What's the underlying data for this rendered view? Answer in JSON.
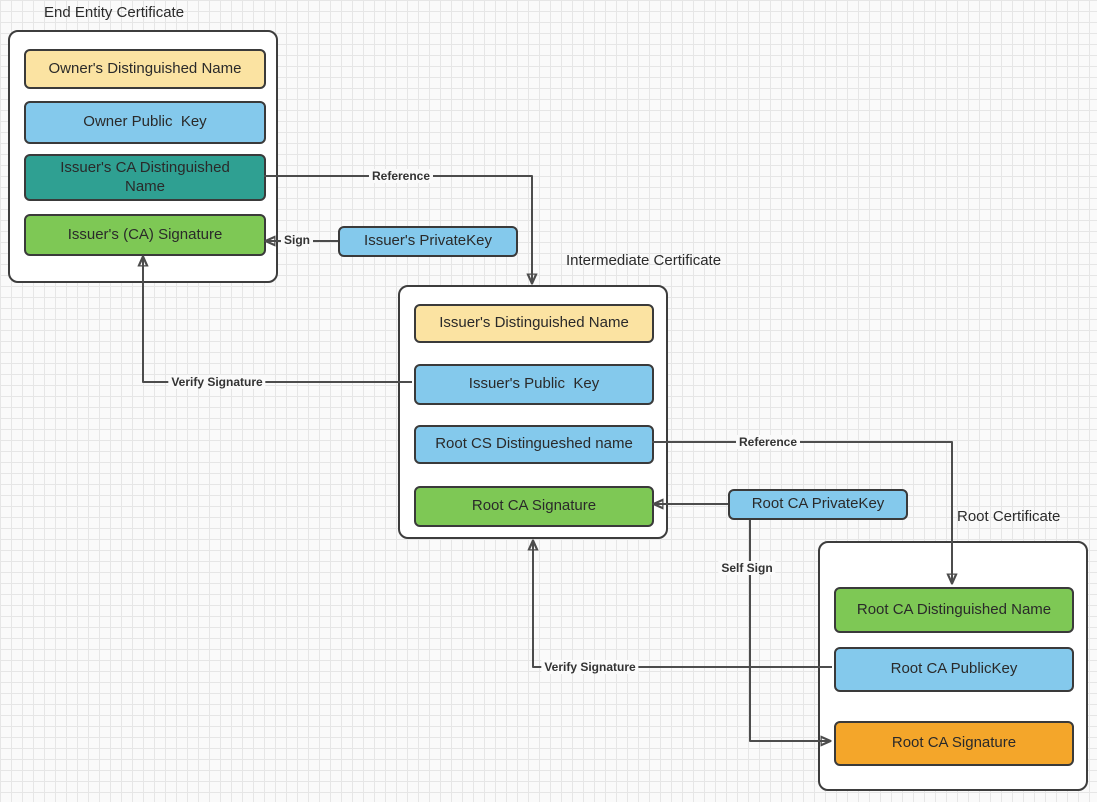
{
  "colors": {
    "yellow": "#fbe3a2",
    "blue": "#84c9ec",
    "teal": "#2fa092",
    "green": "#7ec855",
    "orange": "#f4a62a",
    "container_fill": "#ffffff",
    "border_dark": "#3a3a3a",
    "arrow": "#4c4c4c"
  },
  "certificates": {
    "end_entity": {
      "title": "End Entity Certificate",
      "fields": [
        {
          "label": "Owner's Distinguished Name",
          "color": "yellow"
        },
        {
          "label": "Owner Public  Key",
          "color": "blue"
        },
        {
          "label": "Issuer's CA Distinguished\nName",
          "color": "teal"
        },
        {
          "label": "Issuer's (CA) Signature",
          "color": "green"
        }
      ]
    },
    "intermediate": {
      "title": "Intermediate Certificate",
      "fields": [
        {
          "label": "Issuer's Distinguished Name",
          "color": "yellow"
        },
        {
          "label": "Issuer's Public  Key",
          "color": "blue"
        },
        {
          "label": "Root CS Distingueshed name",
          "color": "blue"
        },
        {
          "label": "Root CA Signature",
          "color": "green"
        }
      ]
    },
    "root": {
      "title": "Root Certificate",
      "fields": [
        {
          "label": "Root CA Distinguished Name",
          "color": "green"
        },
        {
          "label": "Root CA PublicKey",
          "color": "blue"
        },
        {
          "label": "Root CA Signature",
          "color": "orange"
        }
      ]
    }
  },
  "keys": {
    "issuer_private_key": {
      "label": "Issuer's PrivateKey",
      "color": "blue"
    },
    "root_ca_private_key": {
      "label": "Root CA PrivateKey",
      "color": "blue"
    }
  },
  "arrow_labels": {
    "reference_top": "Reference",
    "sign": "Sign",
    "verify_signature_left": "Verify Signature",
    "reference_right": "Reference",
    "self_sign": "Self Sign",
    "verify_signature_bottom": "Verify Signature"
  }
}
